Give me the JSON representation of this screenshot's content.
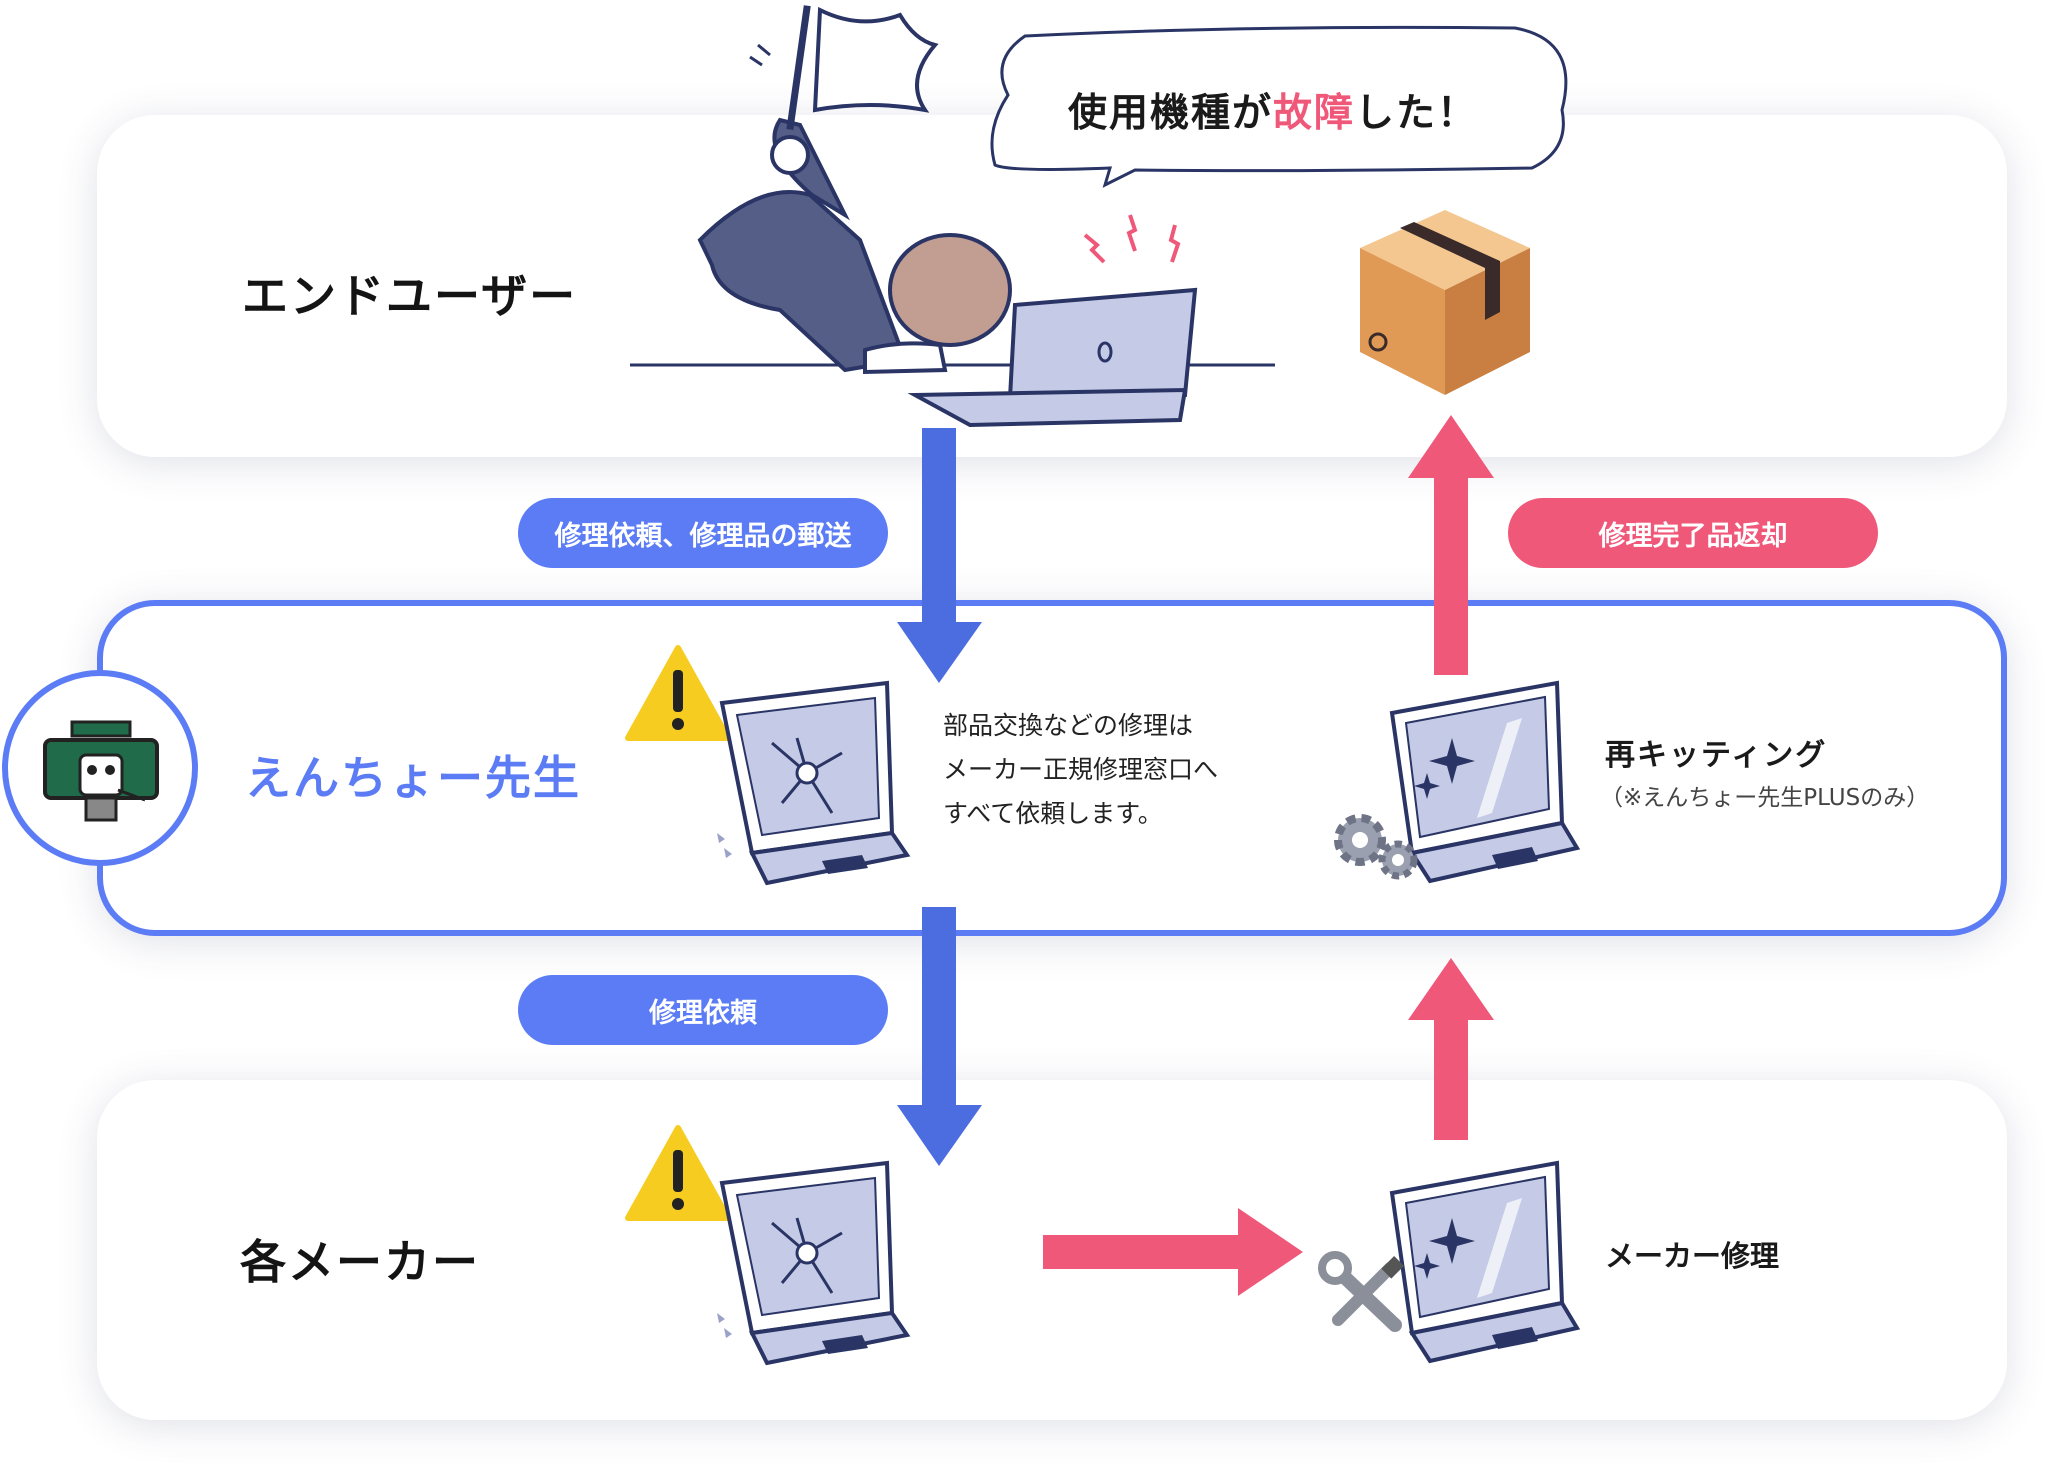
{
  "lanes": {
    "end_user": "エンドユーザー",
    "enchou": "えんちょー先生",
    "maker": "各メーカー"
  },
  "speech_bubble": {
    "prefix": "使用機種が",
    "highlight": "故障",
    "suffix": "した！"
  },
  "flow_labels": {
    "request_and_ship": "修理依頼、修理品の郵送",
    "complete_return": "修理完了品返却",
    "request": "修理依頼"
  },
  "descriptions": {
    "parts_exchange": [
      "部品交換などの修理は",
      "メーカー正規修理窓口へ",
      "すべて依頼します。"
    ],
    "rekitting_title": "再キッティング",
    "rekitting_note": "（※えんちょー先生PLUSのみ）",
    "maker_repair": "メーカー修理"
  },
  "colors": {
    "blue": "#5b7cf5",
    "pink": "#f0587a",
    "mascot_board": "#1f6b4a"
  },
  "icons": [
    "white-flag-icon",
    "broken-laptop-icon",
    "warning-icon",
    "cardboard-box-icon",
    "gears-icon",
    "wrench-screwdriver-icon",
    "mascot-icon"
  ]
}
